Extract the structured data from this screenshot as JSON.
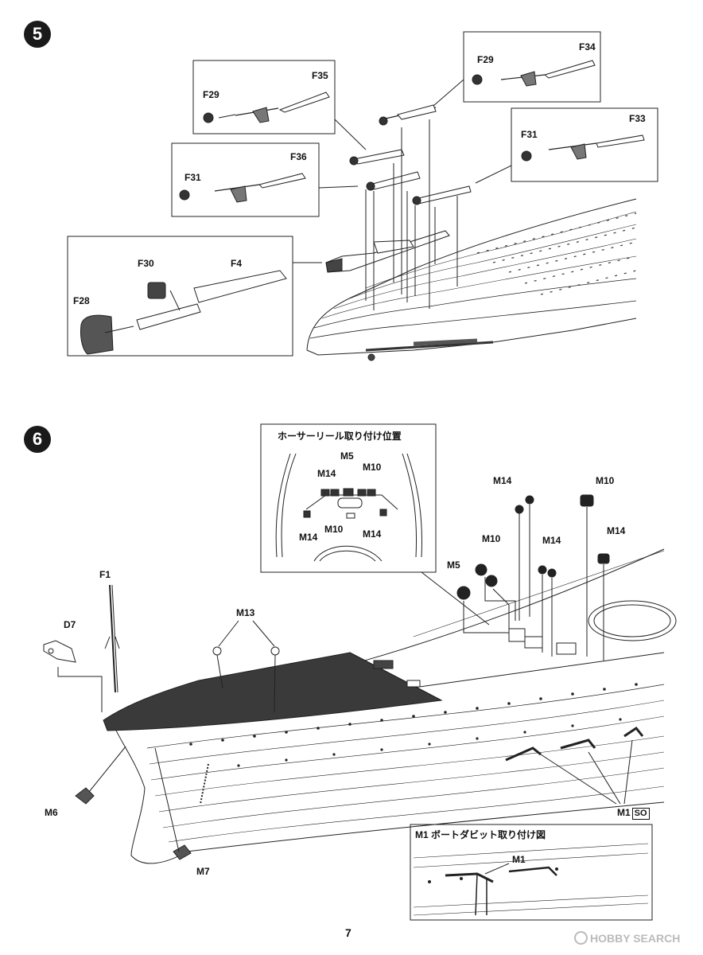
{
  "page": {
    "number": "7"
  },
  "watermark": {
    "text": "HOBBY SEARCH"
  },
  "step5": {
    "number": "5",
    "parts": {
      "f35": "F35",
      "f29_a": "F29",
      "f34": "F34",
      "f29_b": "F29",
      "f33": "F33",
      "f31_a": "F31",
      "f36": "F36",
      "f31_b": "F31",
      "f30": "F30",
      "f4": "F4",
      "f28": "F28"
    }
  },
  "step6": {
    "number": "6",
    "hawser_inset": {
      "title": "ホーサーリール取り付け位置",
      "m5": "M5",
      "m10_top": "M10",
      "m14_top": "M14",
      "m10_bottom": "M10",
      "m14_left": "M14",
      "m14_right": "M14"
    },
    "parts": {
      "f1": "F1",
      "d7": "D7",
      "m13": "M13",
      "m6": "M6",
      "m7": "M7",
      "m5": "M5",
      "m10_mid": "M10",
      "m14_mid": "M14",
      "m14_top": "M14",
      "m10_top": "M10",
      "m14_side": "M14",
      "m1": "M1",
      "m1_badge": "SO"
    },
    "davit_inset": {
      "title": "M1 ボートダビット取り付け図",
      "m1": "M1"
    }
  },
  "colors": {
    "line": "#222222",
    "fill_dark": "#2a2a2a",
    "fill_mid": "#777777",
    "watermark": "#bbbbbb"
  }
}
